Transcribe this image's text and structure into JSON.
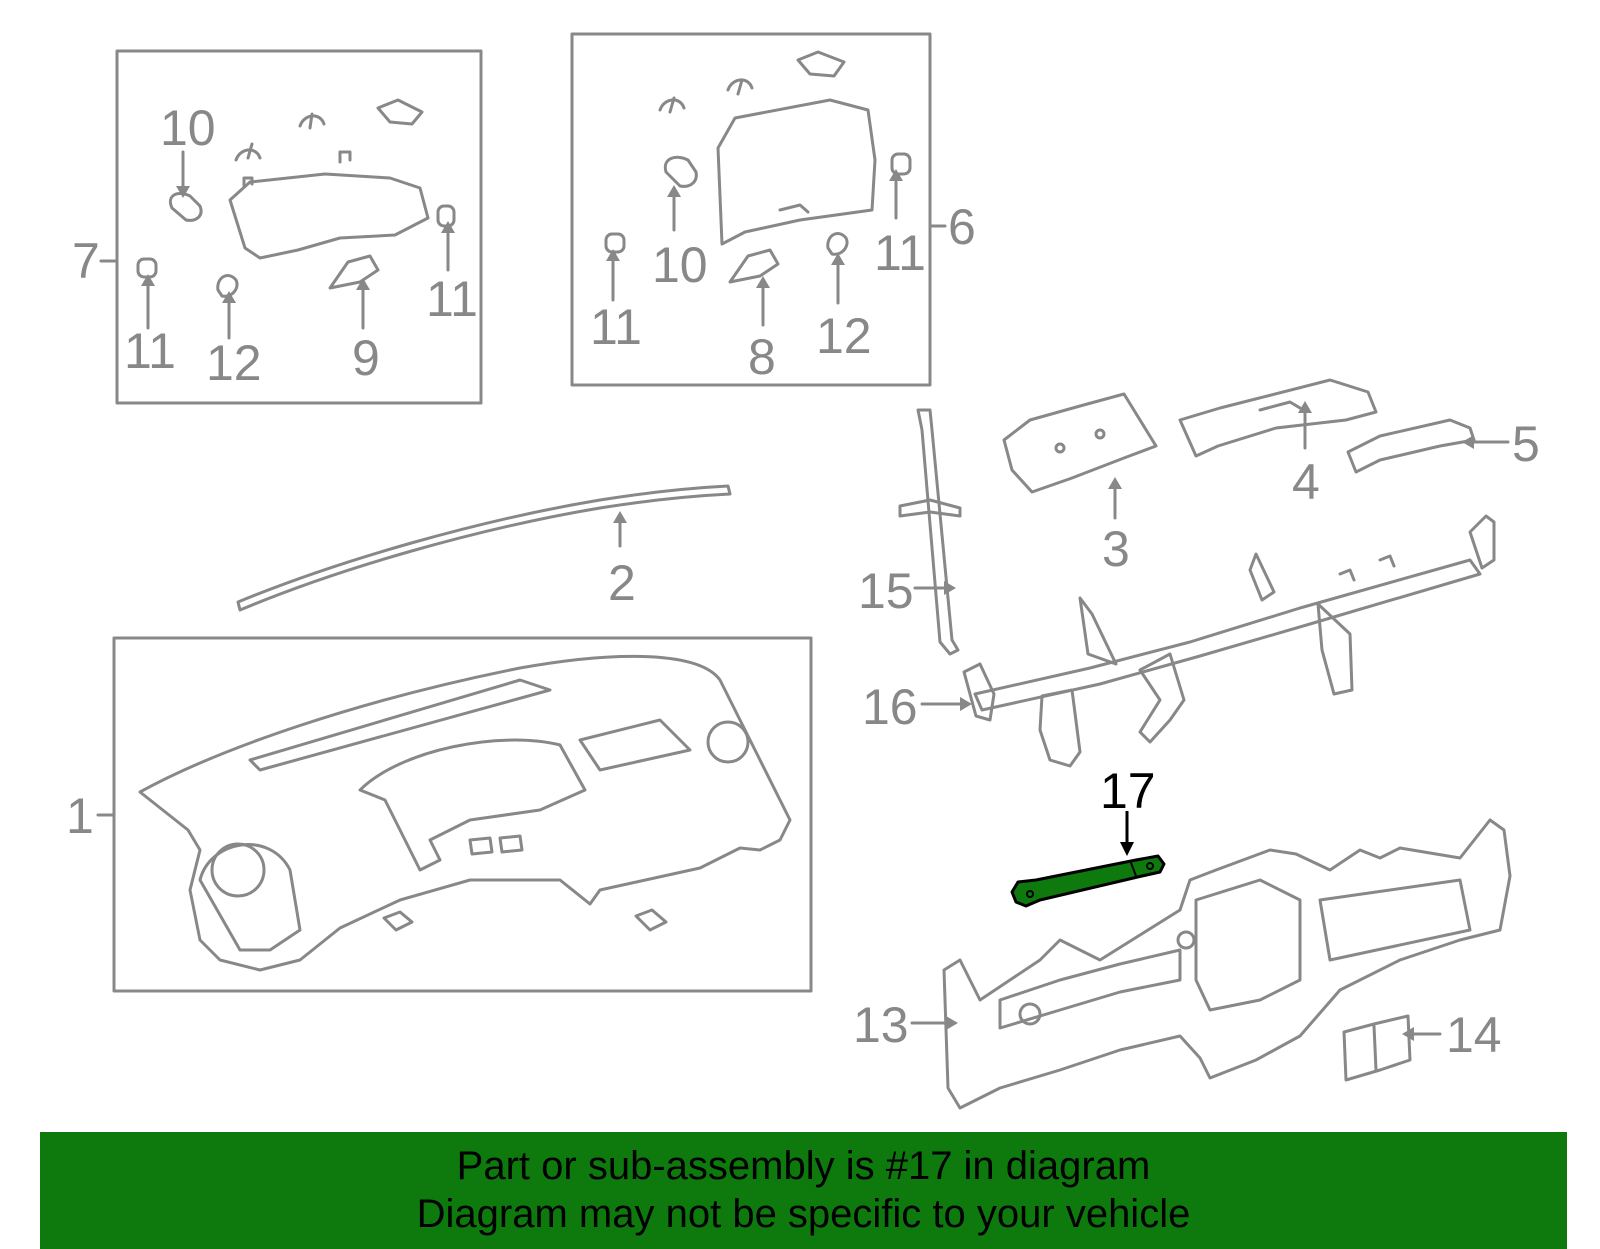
{
  "callouts": {
    "c1": "1",
    "c2": "2",
    "c3": "3",
    "c4": "4",
    "c5": "5",
    "c6": "6",
    "c7": "7",
    "c8": "8",
    "c9": "9",
    "c10a": "10",
    "c10b": "10",
    "c11a": "11",
    "c11b": "11",
    "c11c": "11",
    "c11d": "11",
    "c12a": "12",
    "c12b": "12",
    "c13": "13",
    "c14": "14",
    "c15": "15",
    "c16": "16",
    "c17": "17"
  },
  "highlight_color": "#0e7a0e",
  "line_color": "#888888",
  "caption": {
    "line1": "Part or sub-assembly is #17 in diagram",
    "line2": "Diagram may not be specific to your vehicle"
  }
}
